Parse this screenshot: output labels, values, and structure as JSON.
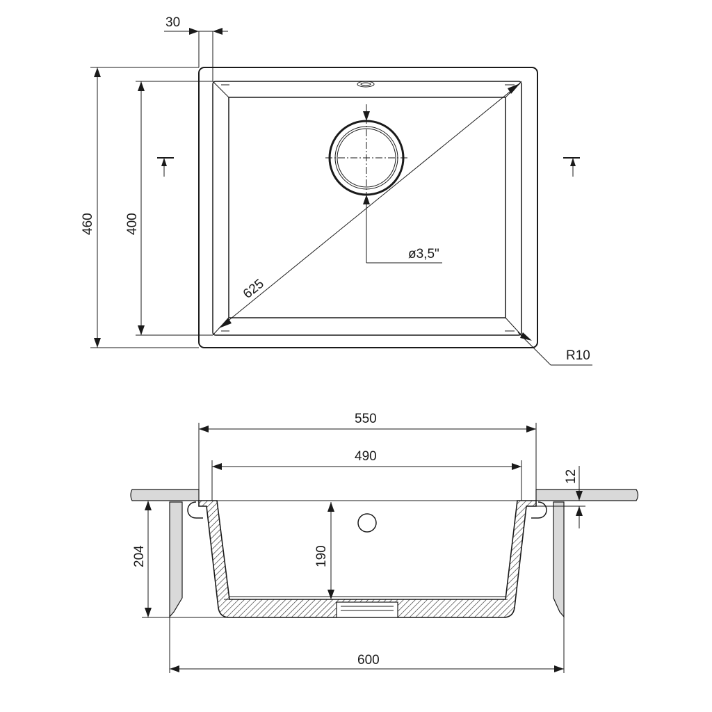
{
  "top_view": {
    "flange_width": "30",
    "overall_depth": "460",
    "bowl_depth": "400",
    "diagonal": "625",
    "drain_diameter": "ø3,5\"",
    "corner_radius": "R10"
  },
  "section_view": {
    "overall_width": "550",
    "bowl_width": "490",
    "rim_thickness": "12",
    "total_height": "204",
    "bowl_height": "190",
    "cutout_width": "600"
  },
  "colors": {
    "line": "#1a1a1a",
    "countertop_fill": "#d9d9d9",
    "background": "#ffffff"
  }
}
